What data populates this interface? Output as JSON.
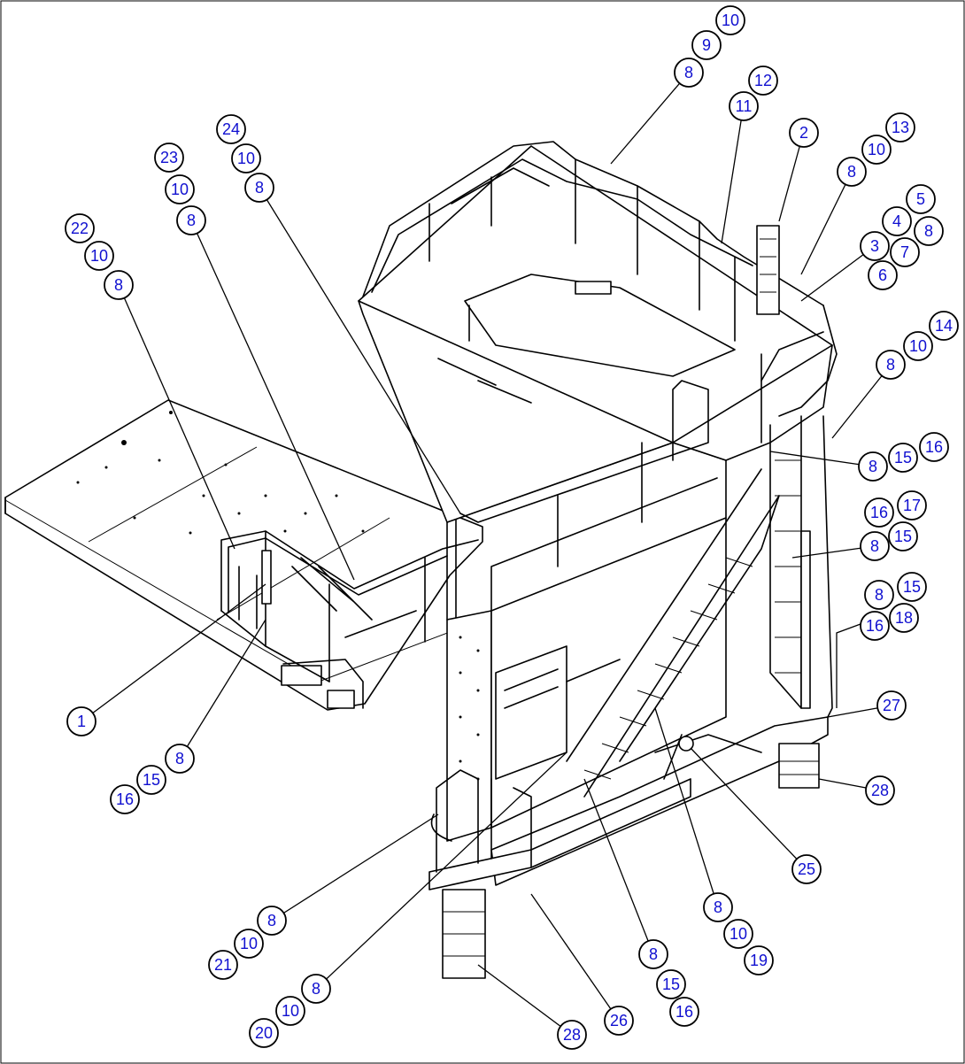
{
  "callouts": [
    {
      "id": "c10a",
      "label": "10"
    },
    {
      "id": "c9a",
      "label": "9"
    },
    {
      "id": "c8a",
      "label": "8"
    },
    {
      "id": "c12",
      "label": "12"
    },
    {
      "id": "c11",
      "label": "11"
    },
    {
      "id": "c2",
      "label": "2"
    },
    {
      "id": "c13",
      "label": "13"
    },
    {
      "id": "c10b",
      "label": "10"
    },
    {
      "id": "c8b",
      "label": "8"
    },
    {
      "id": "c5",
      "label": "5"
    },
    {
      "id": "c4",
      "label": "4"
    },
    {
      "id": "c8c",
      "label": "8"
    },
    {
      "id": "c3",
      "label": "3"
    },
    {
      "id": "c7",
      "label": "7"
    },
    {
      "id": "c6",
      "label": "6"
    },
    {
      "id": "c24",
      "label": "24"
    },
    {
      "id": "c10c",
      "label": "10"
    },
    {
      "id": "c8d",
      "label": "8"
    },
    {
      "id": "c23",
      "label": "23"
    },
    {
      "id": "c10d",
      "label": "10"
    },
    {
      "id": "c8e",
      "label": "8"
    },
    {
      "id": "c22",
      "label": "22"
    },
    {
      "id": "c10e",
      "label": "10"
    },
    {
      "id": "c8f",
      "label": "8"
    },
    {
      "id": "c14",
      "label": "14"
    },
    {
      "id": "c10f",
      "label": "10"
    },
    {
      "id": "c8g",
      "label": "8"
    },
    {
      "id": "c16a",
      "label": "16"
    },
    {
      "id": "c15a",
      "label": "15"
    },
    {
      "id": "c8h",
      "label": "8"
    },
    {
      "id": "c17",
      "label": "17"
    },
    {
      "id": "c16b",
      "label": "16"
    },
    {
      "id": "c15b",
      "label": "15"
    },
    {
      "id": "c8i",
      "label": "8"
    },
    {
      "id": "c15c",
      "label": "15"
    },
    {
      "id": "c8j",
      "label": "8"
    },
    {
      "id": "c18",
      "label": "18"
    },
    {
      "id": "c16c",
      "label": "16"
    },
    {
      "id": "c27",
      "label": "27"
    },
    {
      "id": "c28a",
      "label": "28"
    },
    {
      "id": "c1",
      "label": "1"
    },
    {
      "id": "c8k",
      "label": "8"
    },
    {
      "id": "c15d",
      "label": "15"
    },
    {
      "id": "c16d",
      "label": "16"
    },
    {
      "id": "c25",
      "label": "25"
    },
    {
      "id": "c8l",
      "label": "8"
    },
    {
      "id": "c10g",
      "label": "10"
    },
    {
      "id": "c19",
      "label": "19"
    },
    {
      "id": "c8m",
      "label": "8"
    },
    {
      "id": "c10h",
      "label": "10"
    },
    {
      "id": "c21",
      "label": "21"
    },
    {
      "id": "c8n",
      "label": "8"
    },
    {
      "id": "c15e",
      "label": "15"
    },
    {
      "id": "c16e",
      "label": "16"
    },
    {
      "id": "c8o",
      "label": "8"
    },
    {
      "id": "c10i",
      "label": "10"
    },
    {
      "id": "c20",
      "label": "20"
    },
    {
      "id": "c26",
      "label": "26"
    },
    {
      "id": "c28b",
      "label": "28"
    }
  ]
}
